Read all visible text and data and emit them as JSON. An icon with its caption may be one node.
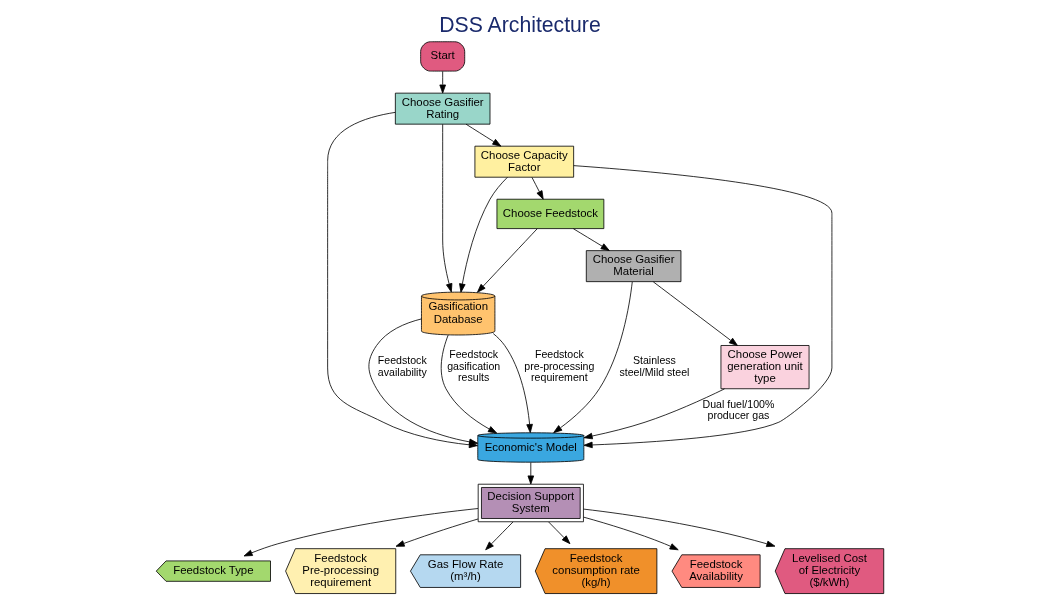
{
  "diagram": {
    "title": "DSS Architecture",
    "nodes": [
      {
        "text": [
          "Start"
        ]
      },
      {
        "text": [
          "Gasification Database"
        ]
      },
      {
        "text": [
          "Choose Gasifier Rating"
        ]
      },
      {
        "text": [
          "Economic's Model"
        ]
      },
      {
        "text": [
          "Decision Support System"
        ]
      },
      {
        "text": [
          "Choose Capacity Factor"
        ]
      },
      {
        "text": [
          "Choose Feedstock"
        ]
      },
      {
        "text": [
          "Choose Gasifier Material"
        ]
      },
      {
        "text": [
          "Choose Power generation unit type"
        ]
      },
      {
        "text": [
          "Feedstock Type"
        ]
      },
      {
        "text": [
          "Feedstock Pre-processing requirement"
        ]
      },
      {
        "text": [
          "Gas Flow Rate (m³/h)"
        ]
      },
      {
        "text": [
          "Feedstock consumption rate (kg/h)"
        ]
      },
      {
        "text": [
          "Feedstock Availability"
        ]
      },
      {
        "text": [
          "Levelised Cost of Electricity ($/kWh)"
        ]
      }
    ],
    "edges": [
      {
        "from": 0,
        "to": 2,
        "arrow": "to"
      },
      {
        "from": 1,
        "to": 3,
        "arrow": "to",
        "label": "Feedstock pre-processing requirement"
      },
      {
        "from": 1,
        "to": 3,
        "arrow": "to",
        "label": "Feedstock availability"
      },
      {
        "from": 1,
        "to": 3,
        "arrow": "to",
        "label": "Feedstock gasification results"
      },
      {
        "from": 2,
        "to": 1,
        "arrow": "to"
      },
      {
        "from": 2,
        "to": 3,
        "arrow": "to"
      },
      {
        "from": 2,
        "to": 5,
        "arrow": "to"
      },
      {
        "from": 5,
        "to": 1,
        "arrow": "to"
      },
      {
        "from": 5,
        "to": 3,
        "arrow": "to"
      },
      {
        "from": 5,
        "to": 6,
        "arrow": "to"
      },
      {
        "from": 6,
        "to": 1,
        "arrow": "to"
      },
      {
        "from": 6,
        "to": 7,
        "arrow": "to"
      },
      {
        "from": 7,
        "to": 3,
        "arrow": "to",
        "label": "Stainless steel/Mild steel"
      },
      {
        "from": 7,
        "to": 8,
        "arrow": "to"
      },
      {
        "from": 8,
        "to": 3,
        "arrow": "to",
        "label": "Dual fuel/100% producer gas"
      },
      {
        "from": 3,
        "to": 4,
        "arrow": "to"
      },
      {
        "from": 4,
        "to": 9,
        "arrow": "to"
      },
      {
        "from": 4,
        "to": 10,
        "arrow": "to"
      },
      {
        "from": 4,
        "to": 11,
        "arrow": "to"
      },
      {
        "from": 4,
        "to": 12,
        "arrow": "to"
      },
      {
        "from": 4,
        "to": 13,
        "arrow": "to"
      },
      {
        "from": 4,
        "to": 14,
        "arrow": "to"
      }
    ]
  }
}
